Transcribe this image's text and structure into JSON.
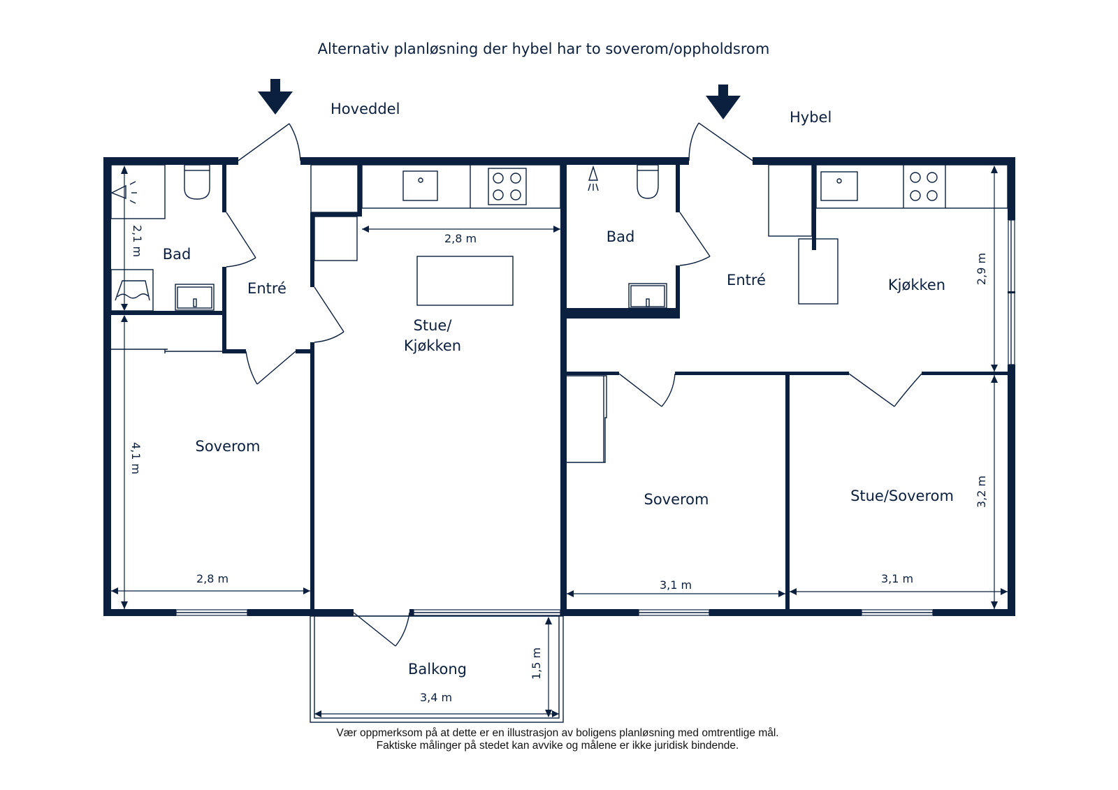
{
  "title": "Alternativ planløsning der hybel har to soverom/oppholdsrom",
  "units": {
    "main": {
      "label": "Hoveddel",
      "entrance_icon": "arrow-down-icon"
    },
    "hybel": {
      "label": "Hybel",
      "entrance_icon": "arrow-down-icon"
    }
  },
  "rooms": {
    "main_bath": "Bad",
    "main_entry": "Entré",
    "main_living_line1": "Stue/",
    "main_living_line2": "Kjøkken",
    "main_bedroom": "Soverom",
    "balcony": "Balkong",
    "hybel_bath": "Bad",
    "hybel_entry": "Entré",
    "hybel_kitchen": "Kjøkken",
    "hybel_bedroom": "Soverom",
    "hybel_living_bedroom": "Stue/Soverom"
  },
  "dimensions": {
    "main_bath_height": "2,1 m",
    "main_bedroom_height": "4,1 m",
    "main_bedroom_width": "2,8 m",
    "main_kitchen_width": "2,8 m",
    "balcony_width": "3,4 m",
    "balcony_depth": "1,5 m",
    "hybel_kitchen_height": "2,9 m",
    "hybel_bedroom_width": "3,1 m",
    "hybel_living_width": "3,1 m",
    "hybel_living_height": "3,2 m"
  },
  "fixtures": [
    "shower-icon",
    "toilet-icon",
    "bathtub-icon",
    "washbasin-icon",
    "kitchen-sink-icon",
    "cooktop-icon",
    "kitchen-island",
    "wardrobe"
  ],
  "disclaimer": {
    "line1": "Vær oppmerksom på at dette er en illustrasjon av boligens planløsning med omtrentlige mål.",
    "line2": "Faktiske målinger på stedet kan avvike og målene er ikke juridisk bindende."
  },
  "colors": {
    "wall": "#0b1f3f",
    "background": "#ffffff"
  }
}
